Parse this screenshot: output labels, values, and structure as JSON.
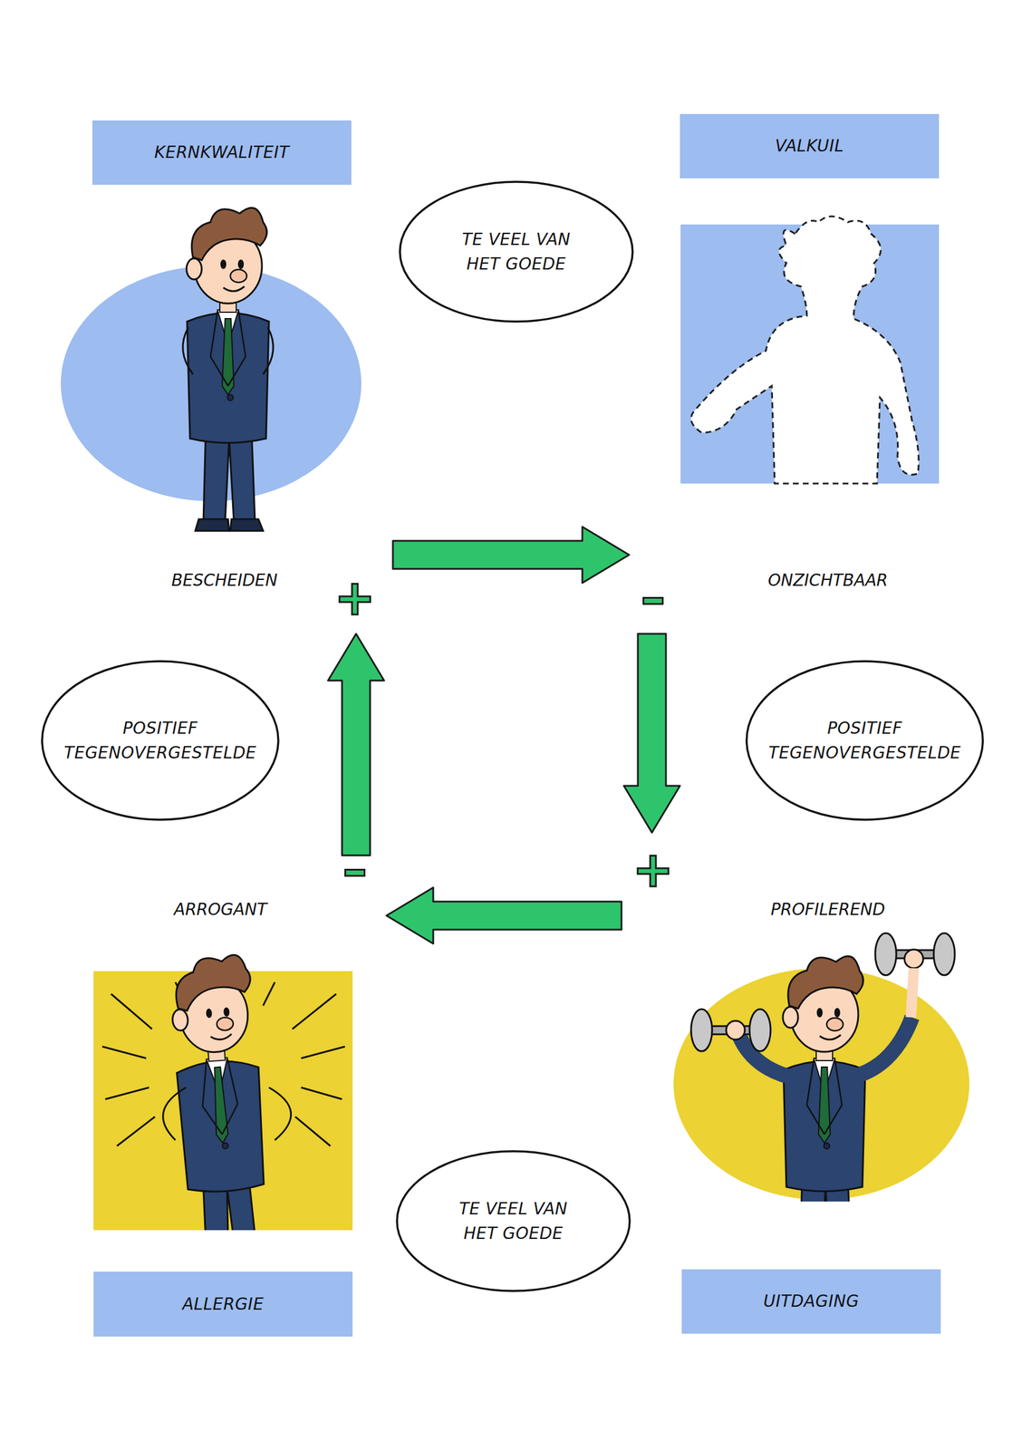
{
  "diagram": {
    "nodes": [
      {
        "text": [
          "KERNKWALITEIT"
        ]
      },
      {
        "text": [
          "TE VEEL VAN HET GOEDE"
        ]
      },
      {
        "text": [
          "VALKUIL"
        ]
      },
      {
        "text": [
          "POSITIEF TEGENOVERGESTELDE"
        ]
      },
      {
        "text": [
          "POSITIEF TEGENOVERGESTELDE"
        ]
      },
      {
        "text": [
          "TE VEEL VAN HET GOEDE"
        ]
      },
      {
        "text": [
          "ALLERGIE"
        ]
      },
      {
        "text": [
          "UITDAGING"
        ]
      }
    ],
    "labels": [
      "BESCHEIDEN",
      "+",
      "–",
      "ONZICHTBAAR",
      "–",
      "+",
      "ARROGANT",
      "PROFILEREND"
    ]
  }
}
